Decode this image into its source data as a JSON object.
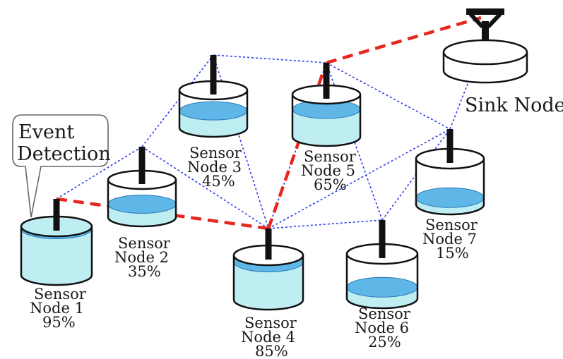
{
  "callout": {
    "line1": "Event",
    "line2": "Detection"
  },
  "sink": {
    "label": "Sink Node"
  },
  "nodes": [
    {
      "line1": "Sensor",
      "line2": "Node 1",
      "percent": "95%",
      "level": 0.95
    },
    {
      "line1": "Sensor",
      "line2": "Node 2",
      "percent": "35%",
      "level": 0.35
    },
    {
      "line1": "Sensor",
      "line2": "Node 3",
      "percent": "45%",
      "level": 0.45
    },
    {
      "line1": "Sensor",
      "line2": "Node 4",
      "percent": "85%",
      "level": 0.85
    },
    {
      "line1": "Sensor",
      "line2": "Node 5",
      "percent": "65%",
      "level": 0.65
    },
    {
      "line1": "Sensor",
      "line2": "Node 6",
      "percent": "25%",
      "level": 0.25
    },
    {
      "line1": "Sensor",
      "line2": "Node 7",
      "percent": "15%",
      "level": 0.15
    }
  ],
  "colors": {
    "liquid": "#bfeef2",
    "liquid_surface": "#5fb7e8",
    "mesh_link": "#2a3cf0",
    "route_link": "#e8261e",
    "antenna": "#111111"
  },
  "route": [
    "node1",
    "node4",
    "node5",
    "sink"
  ]
}
